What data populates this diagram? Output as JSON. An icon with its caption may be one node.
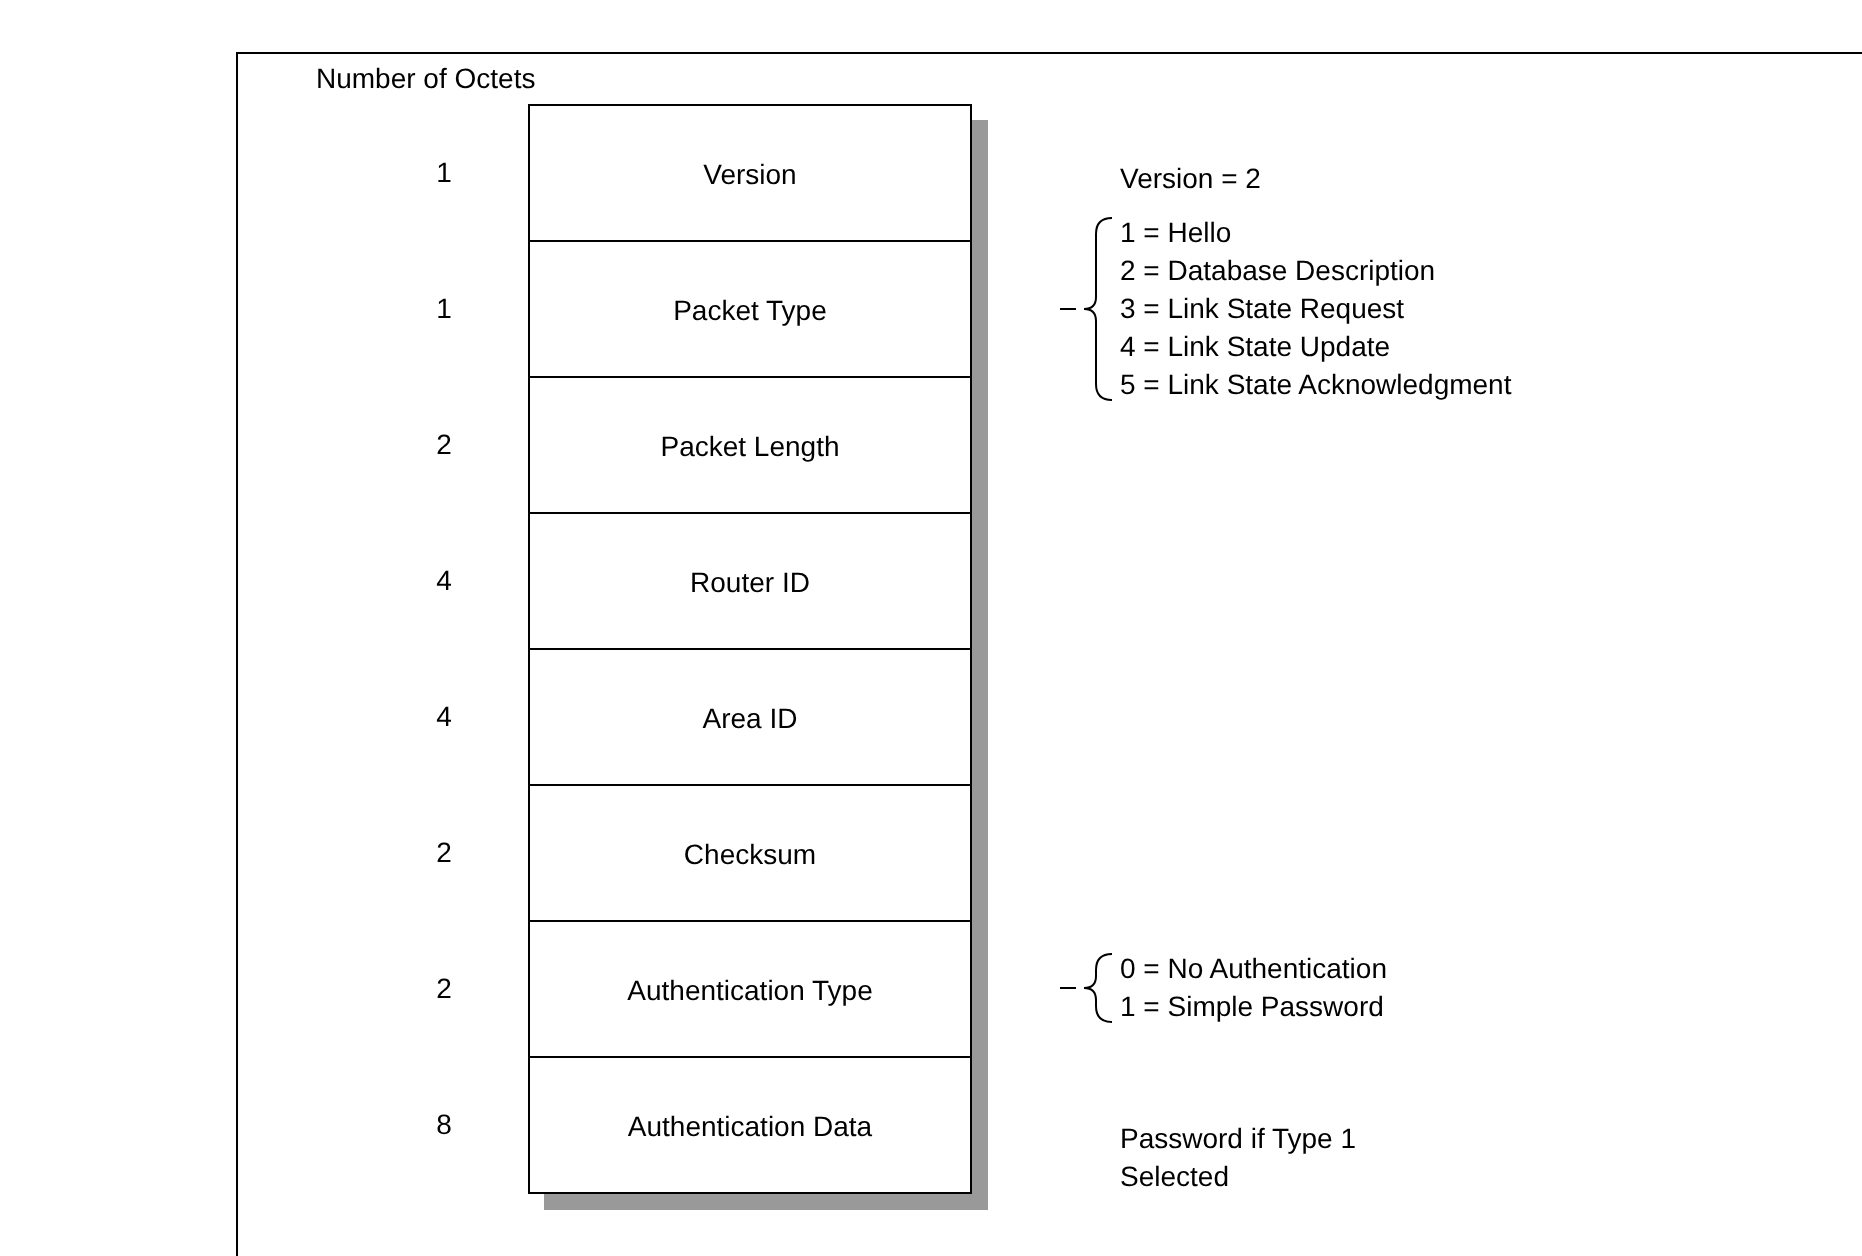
{
  "diagram": {
    "nodes": [
      {
        "text": [
          "Version"
        ],
        "beside": [
          "1"
        ]
      },
      {
        "text": [
          "Packet Type"
        ],
        "beside": [
          "1",
          "1 = Hello",
          "2 = Database Description",
          "3 = Link State Request",
          "4 = Link State Update",
          "5 = Link State Acknowledgment"
        ]
      },
      {
        "text": [
          "Packet Length"
        ],
        "beside": [
          "2"
        ]
      },
      {
        "text": [
          "Router ID"
        ],
        "beside": [
          "4"
        ]
      },
      {
        "text": [
          "Area ID"
        ],
        "beside": [
          "4"
        ]
      },
      {
        "text": [
          "Checksum"
        ],
        "beside": [
          "2"
        ]
      },
      {
        "text": [
          "Authentication Type"
        ],
        "beside": [
          "2",
          "0 = No Authentication",
          "1 = Simple Password"
        ]
      },
      {
        "text": [
          "Authentication Data"
        ],
        "beside": [
          "8"
        ]
      }
    ],
    "edges": [],
    "labels": [
      "Number of Octets",
      "Version = 2",
      "Password if Type 1 Selected"
    ]
  }
}
